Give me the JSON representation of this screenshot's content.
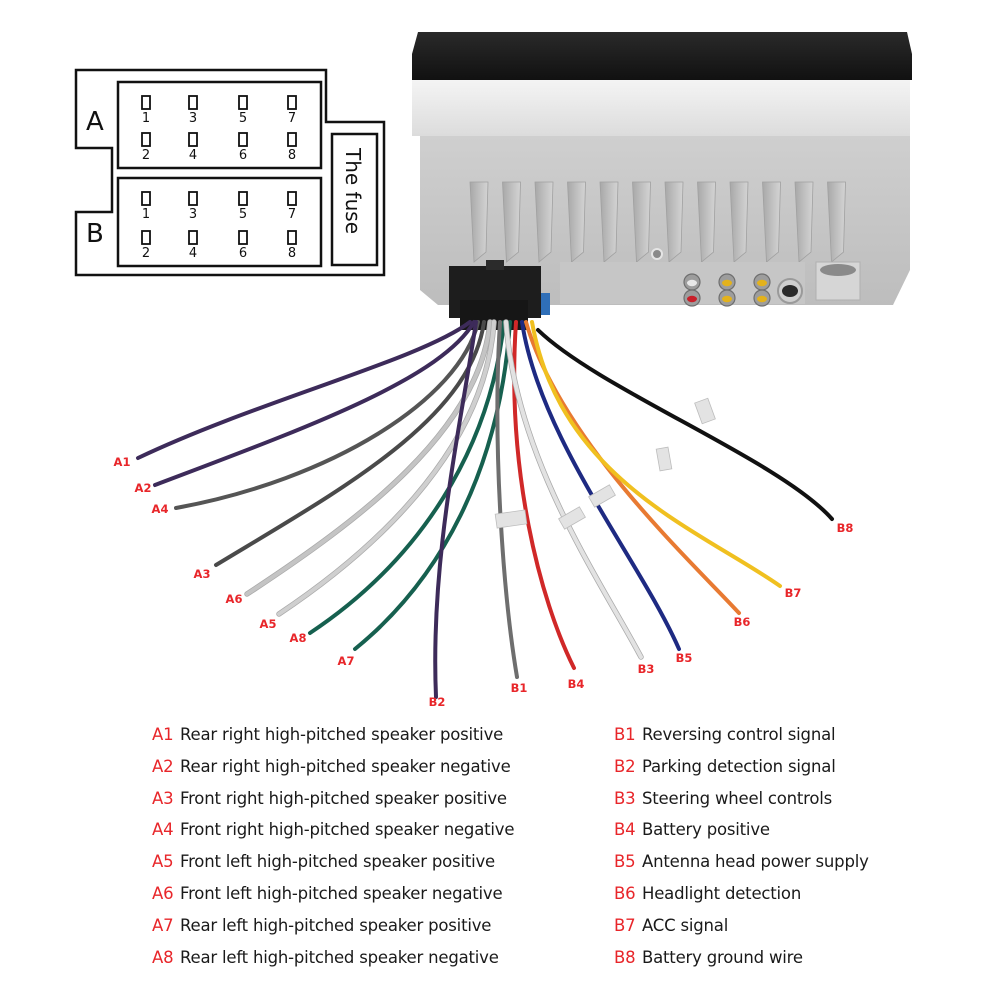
{
  "title": "Car stereo ISO wiring harness pinout",
  "pinout_diagram": {
    "connector_a_label": "A",
    "connector_b_label": "B",
    "fuse_label": "The fuse",
    "connector_a_pins_top": [
      "1",
      "3",
      "5",
      "7"
    ],
    "connector_a_pins_bottom": [
      "2",
      "4",
      "6",
      "8"
    ],
    "connector_b_pins_top": [
      "1",
      "3",
      "5",
      "7"
    ],
    "connector_b_pins_bottom": [
      "2",
      "4",
      "6",
      "8"
    ]
  },
  "head_unit": {
    "rca_jacks": [
      {
        "name": "rca-jack-1-top",
        "color": "#e8e8e8"
      },
      {
        "name": "rca-jack-1-bottom",
        "color": "#c8202a"
      },
      {
        "name": "rca-jack-2-top",
        "color": "#e3b21c"
      },
      {
        "name": "rca-jack-2-bottom",
        "color": "#e3b21c"
      },
      {
        "name": "rca-jack-3-top",
        "color": "#e3b21c"
      },
      {
        "name": "rca-jack-3-bottom",
        "color": "#e3b21c"
      }
    ],
    "fuse_color": "#2f6fb8"
  },
  "wires": [
    {
      "id": "A1",
      "label": "A1",
      "color": "#3d2b5a"
    },
    {
      "id": "A2",
      "label": "A2",
      "color": "#3d2b5a"
    },
    {
      "id": "A4",
      "label": "A4",
      "color": "#555555"
    },
    {
      "id": "A3",
      "label": "A3",
      "color": "#4a4a4a"
    },
    {
      "id": "A6",
      "label": "A6",
      "color": "#c4c4c4"
    },
    {
      "id": "A5",
      "label": "A5",
      "color": "#cfcfcf"
    },
    {
      "id": "A8",
      "label": "A8",
      "color": "#16604f"
    },
    {
      "id": "A7",
      "label": "A7",
      "color": "#16604f"
    },
    {
      "id": "B2",
      "label": "B2",
      "color": "#3d2b5a"
    },
    {
      "id": "B1",
      "label": "B1",
      "color": "#6e6e6e"
    },
    {
      "id": "B4",
      "label": "B4",
      "color": "#d02828"
    },
    {
      "id": "B3",
      "label": "B3",
      "color": "#e2e2e2"
    },
    {
      "id": "B5",
      "label": "B5",
      "color": "#1e2a82"
    },
    {
      "id": "B6",
      "label": "B6",
      "color": "#e87a32"
    },
    {
      "id": "B7",
      "label": "B7",
      "color": "#f0c020"
    },
    {
      "id": "B8",
      "label": "B8",
      "color": "#111111"
    }
  ],
  "legend": {
    "label_color": "#e8262a",
    "a_items": [
      {
        "code": "A1",
        "desc": "Rear right high-pitched speaker positive"
      },
      {
        "code": "A2",
        "desc": "Rear right high-pitched speaker negative"
      },
      {
        "code": "A3",
        "desc": "Front right high-pitched speaker positive"
      },
      {
        "code": "A4",
        "desc": "Front right high-pitched speaker negative"
      },
      {
        "code": "A5",
        "desc": "Front left high-pitched speaker positive"
      },
      {
        "code": "A6",
        "desc": "Front left high-pitched speaker negative"
      },
      {
        "code": "A7",
        "desc": "Rear left high-pitched speaker positive"
      },
      {
        "code": "A8",
        "desc": "Rear left high-pitched speaker negative"
      }
    ],
    "b_items": [
      {
        "code": "B1",
        "desc": "Reversing control signal"
      },
      {
        "code": "B2",
        "desc": "Parking detection signal"
      },
      {
        "code": "B3",
        "desc": "Steering wheel controls"
      },
      {
        "code": "B4",
        "desc": "Battery positive"
      },
      {
        "code": "B5",
        "desc": "Antenna head power supply"
      },
      {
        "code": "B6",
        "desc": "Headlight detection"
      },
      {
        "code": "B7",
        "desc": "ACC signal"
      },
      {
        "code": "B8",
        "desc": "Battery ground wire"
      }
    ]
  }
}
